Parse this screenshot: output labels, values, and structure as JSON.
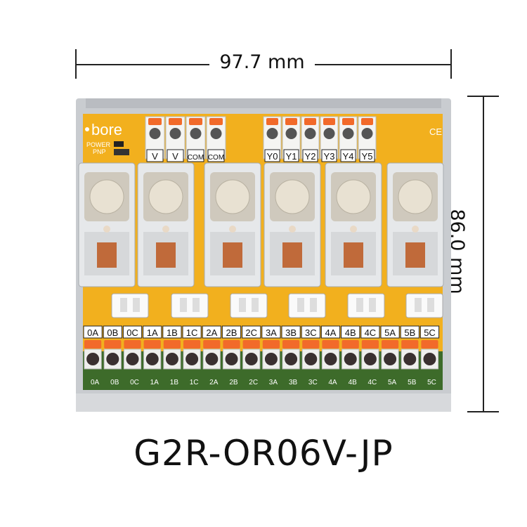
{
  "dimensions": {
    "width_label": "97.7 mm",
    "height_label": "86.0 mm"
  },
  "board": {
    "brand": "bore",
    "power_label": "POWER",
    "pnp_label": "PNP",
    "ce_mark": "CE",
    "top_terminals": [
      "V",
      "V",
      "COM",
      "COM"
    ],
    "output_terminals": [
      "Y0",
      "Y1",
      "Y2",
      "Y3",
      "Y4",
      "Y5"
    ],
    "bottom_terminals_top": [
      "0A",
      "0B",
      "0C",
      "1A",
      "1B",
      "1C",
      "2A",
      "2B",
      "2C",
      "3A",
      "3B",
      "3C",
      "4A",
      "4B",
      "4C",
      "5A",
      "5B",
      "5C"
    ],
    "bottom_terminals_bottom": [
      "0A",
      "0B",
      "0C",
      "1A",
      "1B",
      "1C",
      "2A",
      "2B",
      "2C",
      "3A",
      "3B",
      "3C",
      "4A",
      "4B",
      "4C",
      "5A",
      "5B",
      "5C"
    ],
    "relay_count": 6,
    "colors": {
      "pcb": "#f2b01e",
      "terminal_orange": "#f26a2a",
      "relay_clear": "#e6e8ea",
      "rail": "#c9ccd0"
    }
  },
  "model": "G2R-OR06V-JP"
}
